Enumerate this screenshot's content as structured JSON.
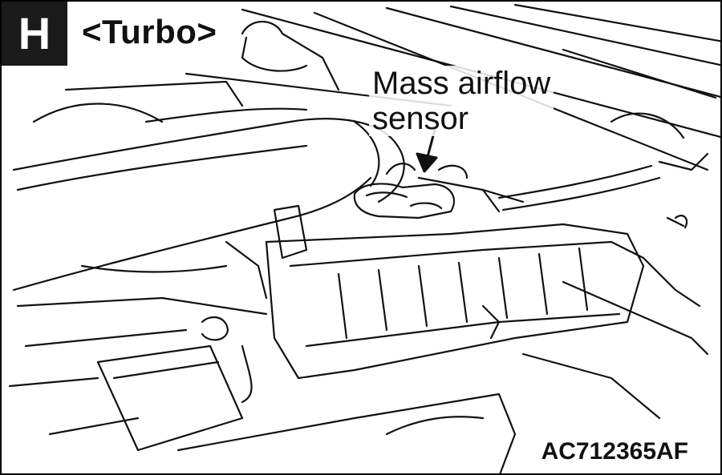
{
  "badge_letter": "H",
  "variant_label": "<Turbo>",
  "callout": {
    "line1": "Mass airflow",
    "line2": "sensor"
  },
  "figure_code": "AC712365AF"
}
